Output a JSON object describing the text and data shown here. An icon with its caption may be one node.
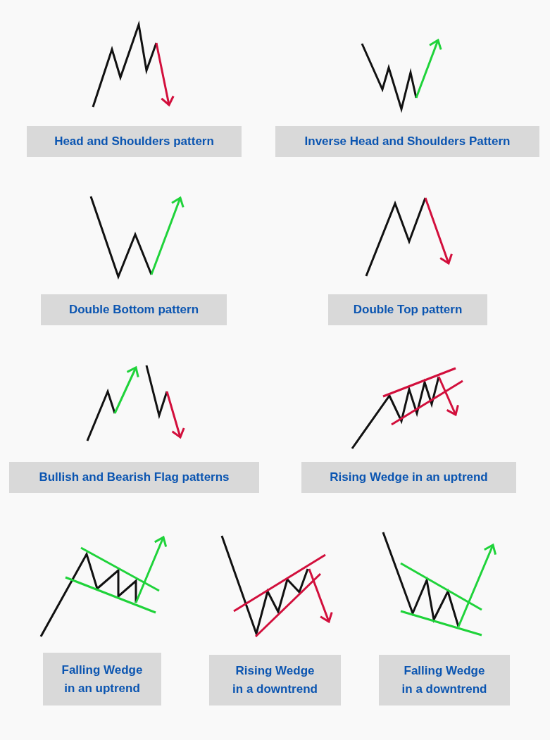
{
  "diagram": {
    "nodes": [
      {
        "text": [
          "Head and Shoulders pattern"
        ]
      },
      {
        "text": [
          "Inverse Head and Shoulders Pattern"
        ]
      },
      {
        "text": [
          "Double Bottom pattern"
        ]
      },
      {
        "text": [
          "Double Top pattern"
        ]
      },
      {
        "text": [
          "Bullish and Bearish Flag patterns"
        ]
      },
      {
        "text": [
          "Rising Wedge in an uptrend"
        ]
      },
      {
        "text": [
          "Falling Wedge in an uptrend"
        ]
      },
      {
        "text": [
          "Rising Wedge in a downtrend"
        ]
      },
      {
        "text": [
          "Falling Wedge in a downtrend"
        ]
      }
    ]
  }
}
